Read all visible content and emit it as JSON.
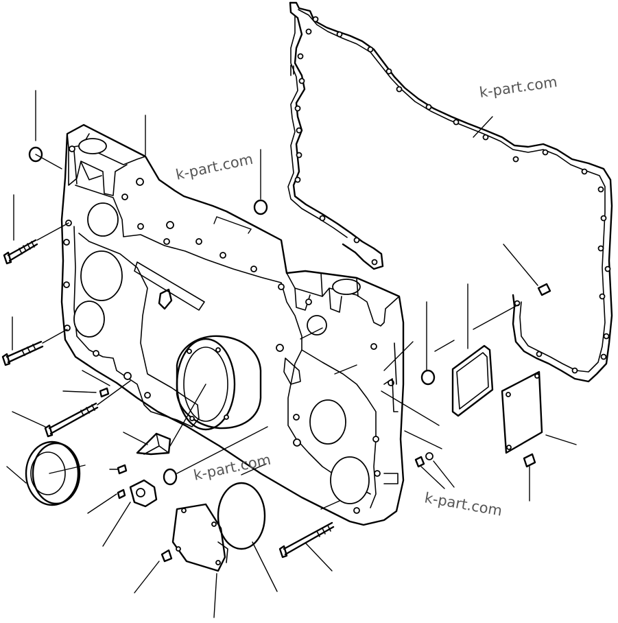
{
  "watermarks": {
    "gasket_mark": "k-part.com",
    "case_mark": "k-part.com",
    "lower_mid_mark": "k-part.com",
    "lower_right_mark": "k-part.com"
  }
}
